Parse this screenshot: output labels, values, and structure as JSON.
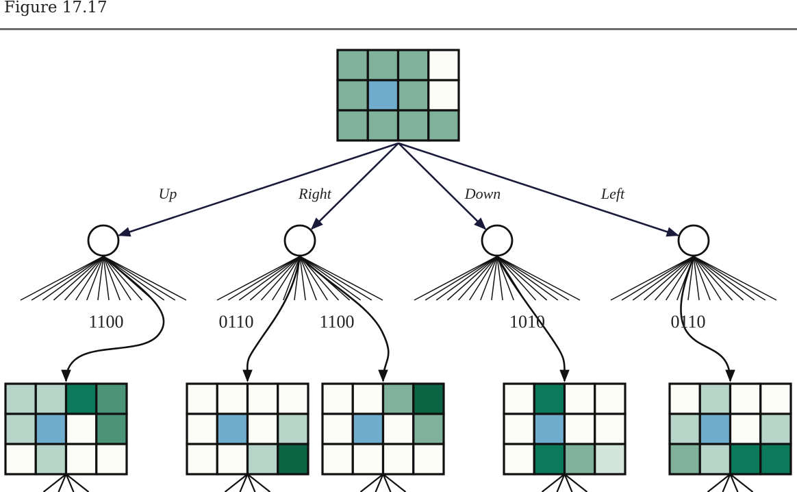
{
  "figure": {
    "title": "Figure 17.17"
  },
  "palette": {
    "W": "#fdfdf8",
    "B": "#70accb",
    "M": "#80b19b",
    "L": "#b6d4c8",
    "V": "#d4e5dc",
    "D": "#0a7a5b",
    "X": "#0b6444",
    "G": "#4b9479",
    "edge": "#111111",
    "arrow": "#1a1a3a"
  },
  "root_state": {
    "cells": [
      [
        "M",
        "M",
        "M",
        "W"
      ],
      [
        "M",
        "B",
        "M",
        "W"
      ],
      [
        "M",
        "M",
        "M",
        "M"
      ]
    ]
  },
  "actions": [
    {
      "label": "Up"
    },
    {
      "label": "Right"
    },
    {
      "label": "Down"
    },
    {
      "label": "Left"
    }
  ],
  "percepts": [
    {
      "action_index": 0,
      "label": "1100",
      "cells": [
        [
          "L",
          "L",
          "D",
          "G"
        ],
        [
          "L",
          "B",
          "W",
          "G"
        ],
        [
          "W",
          "L",
          "W",
          "W"
        ]
      ]
    },
    {
      "action_index": 1,
      "label": "0110",
      "cells": [
        [
          "W",
          "W",
          "W",
          "W"
        ],
        [
          "W",
          "B",
          "W",
          "L"
        ],
        [
          "W",
          "W",
          "L",
          "X"
        ]
      ]
    },
    {
      "action_index": 1,
      "label": "1100",
      "cells": [
        [
          "W",
          "W",
          "M",
          "X"
        ],
        [
          "W",
          "B",
          "W",
          "M"
        ],
        [
          "W",
          "W",
          "W",
          "W"
        ]
      ]
    },
    {
      "action_index": 2,
      "label": "1010",
      "cells": [
        [
          "W",
          "D",
          "W",
          "W"
        ],
        [
          "W",
          "B",
          "W",
          "W"
        ],
        [
          "W",
          "D",
          "M",
          "V"
        ]
      ]
    },
    {
      "action_index": 3,
      "label": "0110",
      "cells": [
        [
          "W",
          "L",
          "W",
          "W"
        ],
        [
          "L",
          "B",
          "W",
          "L"
        ],
        [
          "M",
          "L",
          "D",
          "D"
        ]
      ]
    }
  ],
  "chance_fanout_count": 16,
  "leaf_fanout_count": 4
}
